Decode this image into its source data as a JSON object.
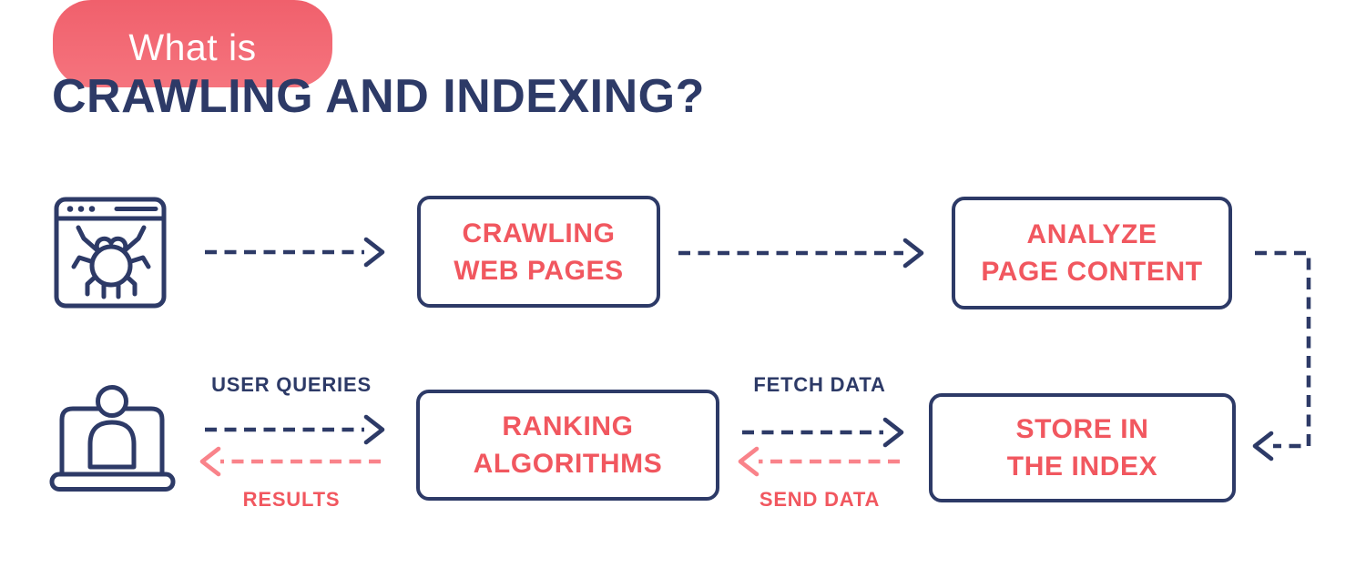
{
  "colors": {
    "navy": "#2D3A67",
    "red": "#F1575F",
    "coral": "#F9838A",
    "badge_dark": "#F0606C",
    "badge_light": "#F5747E"
  },
  "header": {
    "badge_label": "What is",
    "title": "CRAWLING AND INDEXING?"
  },
  "flow": {
    "nodes": [
      {
        "id": "crawling-web-pages",
        "line1": "CRAWLING",
        "line2": "WEB PAGES"
      },
      {
        "id": "analyze-page-content",
        "line1": "ANALYZE",
        "line2": "PAGE CONTENT"
      },
      {
        "id": "ranking-algorithms",
        "line1": "RANKING",
        "line2": "ALGORITHMS"
      },
      {
        "id": "store-in-the-index",
        "line1": "STORE IN",
        "line2": "THE INDEX"
      }
    ],
    "labels": {
      "user_queries": "USER QUERIES",
      "results": "RESULTS",
      "fetch_data": "FETCH DATA",
      "send_data": "SEND DATA"
    },
    "icons": [
      {
        "name": "browser-crawler-icon",
        "meaning": "web page with crawler bug"
      },
      {
        "name": "laptop-user-icon",
        "meaning": "user at laptop"
      }
    ]
  }
}
